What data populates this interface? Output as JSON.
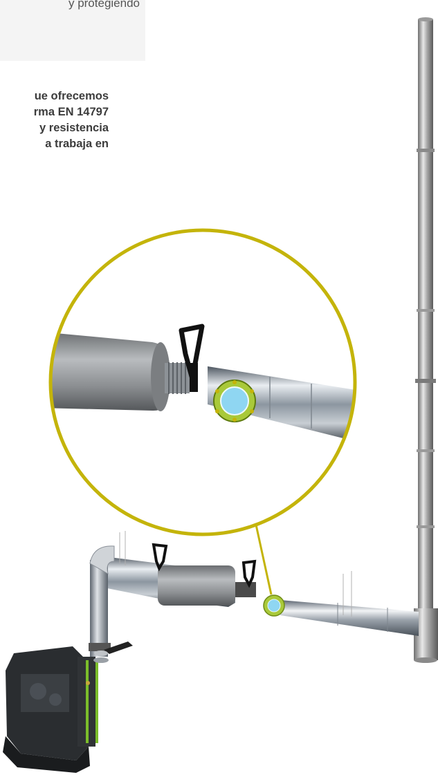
{
  "intro_fragment": {
    "line1": "y protegiendo"
  },
  "description": {
    "lines": [
      "ue ofrecemos",
      "rma EN 14797",
      "y resistencia",
      "a trabaja en"
    ]
  },
  "illustration": {
    "accent_color": "#c4b40a",
    "flange_color": "#a9c93a",
    "lens_color": "#8fd6f2",
    "generator_accent": "#7bbd2a"
  }
}
